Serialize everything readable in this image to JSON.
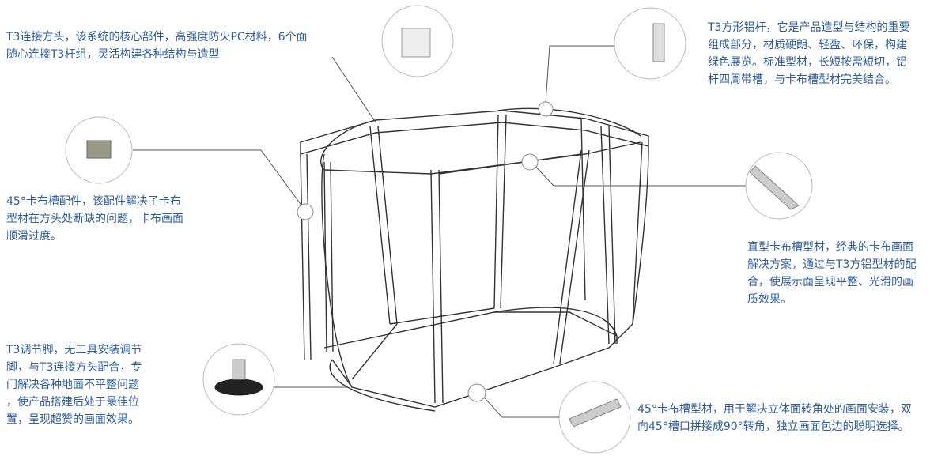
{
  "callouts": {
    "connector": {
      "lines": [
        "T3连接方头，该系统的核心部件，高强度防火PC材料，6个面",
        "随心连接T3杆组，灵活构建各种结构与造型"
      ],
      "icon": "cube-connector"
    },
    "aluminum_bar": {
      "lines": [
        "T3方形铝杆，它是产品造型与结构的重要",
        "组成部分，材质硬朗、轻盈、环保，构建",
        "绿色展览。标准型材，长短按需短切，铝",
        "杆四周带槽，与卡布槽型材完美结合。"
      ],
      "icon": "square-aluminum-bar"
    },
    "clip45": {
      "lines": [
        "45°卡布槽配件，该配件解决了卡布",
        "型材在方头处断缺的问题，卡布画面",
        "顺滑过度。"
      ],
      "icon": "clip-fitting"
    },
    "straight_profile": {
      "lines": [
        "直型卡布槽型材，经典的卡布画面",
        "解决方案，通过与T3方铝型材的配",
        "合，使展示面呈现平整、光滑的画",
        "质效果。"
      ],
      "icon": "straight-profile"
    },
    "foot": {
      "lines": [
        "T3调节脚，无工具安装调节",
        "脚，与T3连接方头配合，专",
        "门解决各种地面不平整问题",
        "，使产品搭建后处于最佳位",
        "置，呈现超赞的画面效果。"
      ],
      "icon": "adjustable-foot"
    },
    "profile45": {
      "lines": [
        "45°卡布槽型材，用于解决立体面转角处的画面安装，双",
        "向45°槽口拼接成90°转角，独立画面包边的聪明选择。"
      ],
      "icon": "angle-profile"
    }
  },
  "colors": {
    "text": "#2e5d9f",
    "frame": "#333333",
    "leader": "#555555"
  }
}
